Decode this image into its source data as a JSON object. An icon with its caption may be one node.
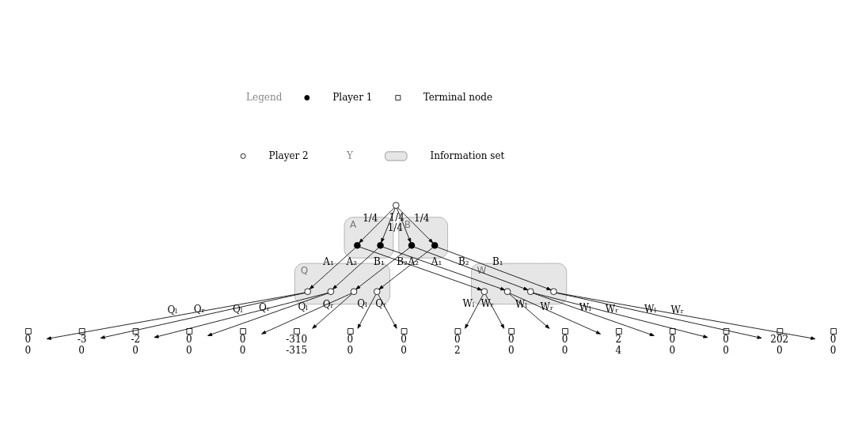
{
  "diagram": {
    "nodes": [
      {
        "text": [],
        "shape": "circle"
      },
      {
        "text": [
          "A"
        ]
      },
      {
        "text": [],
        "shape": "circle",
        "in": 1
      },
      {
        "text": [],
        "shape": "circle",
        "in": 1
      },
      {
        "text": [
          "B"
        ]
      },
      {
        "text": [],
        "shape": "circle",
        "in": 4
      },
      {
        "text": [],
        "shape": "circle",
        "in": 4
      },
      {
        "text": [
          "Q"
        ]
      },
      {
        "text": [],
        "shape": "circle",
        "in": 7
      },
      {
        "text": [],
        "shape": "circle",
        "in": 7
      },
      {
        "text": [],
        "shape": "circle",
        "in": 7
      },
      {
        "text": [],
        "shape": "circle",
        "in": 7
      },
      {
        "text": [
          "W"
        ]
      },
      {
        "text": [],
        "shape": "circle",
        "in": 12
      },
      {
        "text": [],
        "shape": "circle",
        "in": 12
      },
      {
        "text": [],
        "shape": "circle",
        "in": 12
      },
      {
        "text": [],
        "shape": "circle",
        "in": 12
      },
      {
        "text": [],
        "shape": "box",
        "beside": [
          "0",
          "0"
        ]
      },
      {
        "text": [],
        "shape": "box",
        "beside": [
          "-3",
          "0"
        ]
      },
      {
        "text": [],
        "shape": "box",
        "beside": [
          "-2",
          "0"
        ]
      },
      {
        "text": [],
        "shape": "box",
        "beside": [
          "0",
          "0"
        ]
      },
      {
        "text": [],
        "shape": "box",
        "beside": [
          "0",
          "0"
        ]
      },
      {
        "text": [],
        "shape": "box",
        "beside": [
          "-310",
          "-315"
        ]
      },
      {
        "text": [],
        "shape": "box",
        "beside": [
          "0",
          "0"
        ]
      },
      {
        "text": [],
        "shape": "box",
        "beside": [
          "0",
          "0"
        ]
      },
      {
        "text": [],
        "shape": "box",
        "beside": [
          "0",
          "2"
        ]
      },
      {
        "text": [],
        "shape": "box",
        "beside": [
          "0",
          "0"
        ]
      },
      {
        "text": [],
        "shape": "box",
        "beside": [
          "0",
          "0"
        ]
      },
      {
        "text": [],
        "shape": "box",
        "beside": [
          "2",
          "4"
        ]
      },
      {
        "text": [],
        "shape": "box",
        "beside": [
          "0",
          "0"
        ]
      },
      {
        "text": [],
        "shape": "box",
        "beside": [
          "0",
          "0"
        ]
      },
      {
        "text": [],
        "shape": "box",
        "beside": [
          "202",
          "0"
        ]
      },
      {
        "text": [],
        "shape": "box",
        "beside": [
          "0",
          "0"
        ]
      }
    ],
    "edges": [
      {
        "from": 0,
        "to": 2,
        "arrow": "to",
        "label": "1/4"
      },
      {
        "from": 0,
        "to": 3,
        "arrow": "to",
        "label": "1/4"
      },
      {
        "from": 0,
        "to": 5,
        "arrow": "to",
        "label": "1/4"
      },
      {
        "from": 0,
        "to": 6,
        "arrow": "to",
        "label": "1/4"
      },
      {
        "from": 2,
        "to": 8,
        "arrow": "to",
        "label": "A₁"
      },
      {
        "from": 2,
        "to": 13,
        "arrow": "to",
        "label": "A₂"
      },
      {
        "from": 3,
        "to": 9,
        "arrow": "to",
        "label": "A₂"
      },
      {
        "from": 3,
        "to": 14,
        "arrow": "to",
        "label": "A₁"
      },
      {
        "from": 5,
        "to": 10,
        "arrow": "to",
        "label": "B₁"
      },
      {
        "from": 5,
        "to": 15,
        "arrow": "to",
        "label": "B₂"
      },
      {
        "from": 6,
        "to": 11,
        "arrow": "to",
        "label": "B₂"
      },
      {
        "from": 6,
        "to": 16,
        "arrow": "to",
        "label": "B₁"
      },
      {
        "from": 8,
        "to": 17,
        "arrow": "to",
        "label": "Qₗ"
      },
      {
        "from": 8,
        "to": 18,
        "arrow": "to",
        "label": "Qᵣ"
      },
      {
        "from": 9,
        "to": 19,
        "arrow": "to",
        "label": "Qₗ"
      },
      {
        "from": 9,
        "to": 20,
        "arrow": "to",
        "label": "Qᵣ"
      },
      {
        "from": 10,
        "to": 21,
        "arrow": "to",
        "label": "Qₗ"
      },
      {
        "from": 10,
        "to": 22,
        "arrow": "to",
        "label": "Qᵣ"
      },
      {
        "from": 11,
        "to": 23,
        "arrow": "to",
        "label": "Qₗ"
      },
      {
        "from": 11,
        "to": 24,
        "arrow": "to",
        "label": "Qᵣ"
      },
      {
        "from": 13,
        "to": 25,
        "arrow": "to",
        "label": "Wₗ"
      },
      {
        "from": 13,
        "to": 26,
        "arrow": "to",
        "label": "Wᵣ"
      },
      {
        "from": 14,
        "to": 27,
        "arrow": "to",
        "label": "Wₗ"
      },
      {
        "from": 14,
        "to": 28,
        "arrow": "to",
        "label": "Wᵣ"
      },
      {
        "from": 15,
        "to": 29,
        "arrow": "to",
        "label": "Wₗ"
      },
      {
        "from": 15,
        "to": 30,
        "arrow": "to",
        "label": "Wᵣ"
      },
      {
        "from": 16,
        "to": 31,
        "arrow": "to",
        "label": "Wₗ"
      },
      {
        "from": 16,
        "to": 32,
        "arrow": "to",
        "label": "Wᵣ"
      }
    ],
    "labels": [
      "Legend",
      "Y"
    ],
    "legend": [
      {
        "text": "Player 1"
      },
      {
        "text": "Terminal node"
      },
      {
        "text": "Player 2"
      },
      {
        "text": "Information set"
      }
    ]
  }
}
